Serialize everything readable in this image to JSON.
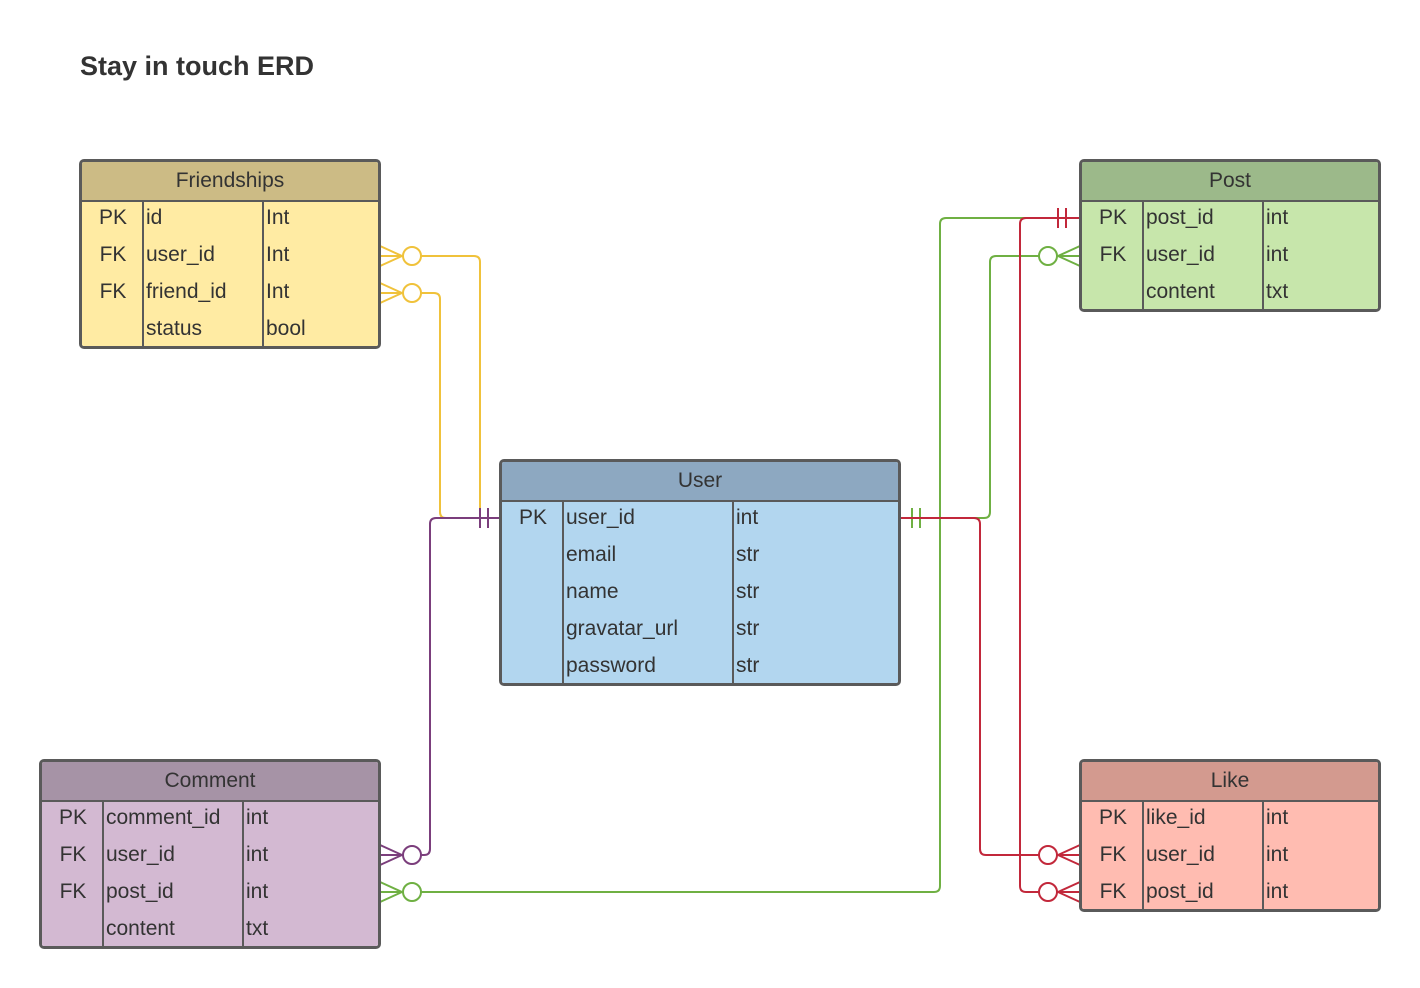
{
  "title": "Stay in touch ERD",
  "colors": {
    "friendships_header": "#ccbb85",
    "friendships_body": "#ffeba3",
    "post_header": "#9cb98a",
    "post_body": "#c7e6ab",
    "user_header": "#8da8c1",
    "user_body": "#b2d6ef",
    "comment_header": "#a693a6",
    "comment_body": "#d3b9d2",
    "like_header": "#d39a8f",
    "like_body": "#ffbcb1",
    "yellow_line": "#f0c23b",
    "green_line": "#6fb043",
    "purple_line": "#7b3e7c",
    "red_line": "#c2283b",
    "border": "#5a5a5a"
  },
  "entities": {
    "friendships": {
      "name": "Friendships",
      "rows": [
        {
          "key": "PK",
          "field": "id",
          "type": "Int"
        },
        {
          "key": "FK",
          "field": "user_id",
          "type": "Int"
        },
        {
          "key": "FK",
          "field": "friend_id",
          "type": "Int"
        },
        {
          "key": "",
          "field": "status",
          "type": "bool"
        }
      ]
    },
    "post": {
      "name": "Post",
      "rows": [
        {
          "key": "PK",
          "field": "post_id",
          "type": "int"
        },
        {
          "key": "FK",
          "field": "user_id",
          "type": "int"
        },
        {
          "key": "",
          "field": "content",
          "type": "txt"
        }
      ]
    },
    "user": {
      "name": "User",
      "rows": [
        {
          "key": "PK",
          "field": "user_id",
          "type": "int"
        },
        {
          "key": "",
          "field": "email",
          "type": "str"
        },
        {
          "key": "",
          "field": "name",
          "type": "str"
        },
        {
          "key": "",
          "field": "gravatar_url",
          "type": "str"
        },
        {
          "key": "",
          "field": "password",
          "type": "str"
        }
      ]
    },
    "comment": {
      "name": "Comment",
      "rows": [
        {
          "key": "PK",
          "field": "comment_id",
          "type": "int"
        },
        {
          "key": "FK",
          "field": "user_id",
          "type": "int"
        },
        {
          "key": "FK",
          "field": "post_id",
          "type": "int"
        },
        {
          "key": "",
          "field": "content",
          "type": "txt"
        }
      ]
    },
    "like": {
      "name": "Like",
      "rows": [
        {
          "key": "PK",
          "field": "like_id",
          "type": "int"
        },
        {
          "key": "FK",
          "field": "user_id",
          "type": "int"
        },
        {
          "key": "FK",
          "field": "post_id",
          "type": "int"
        }
      ]
    }
  }
}
